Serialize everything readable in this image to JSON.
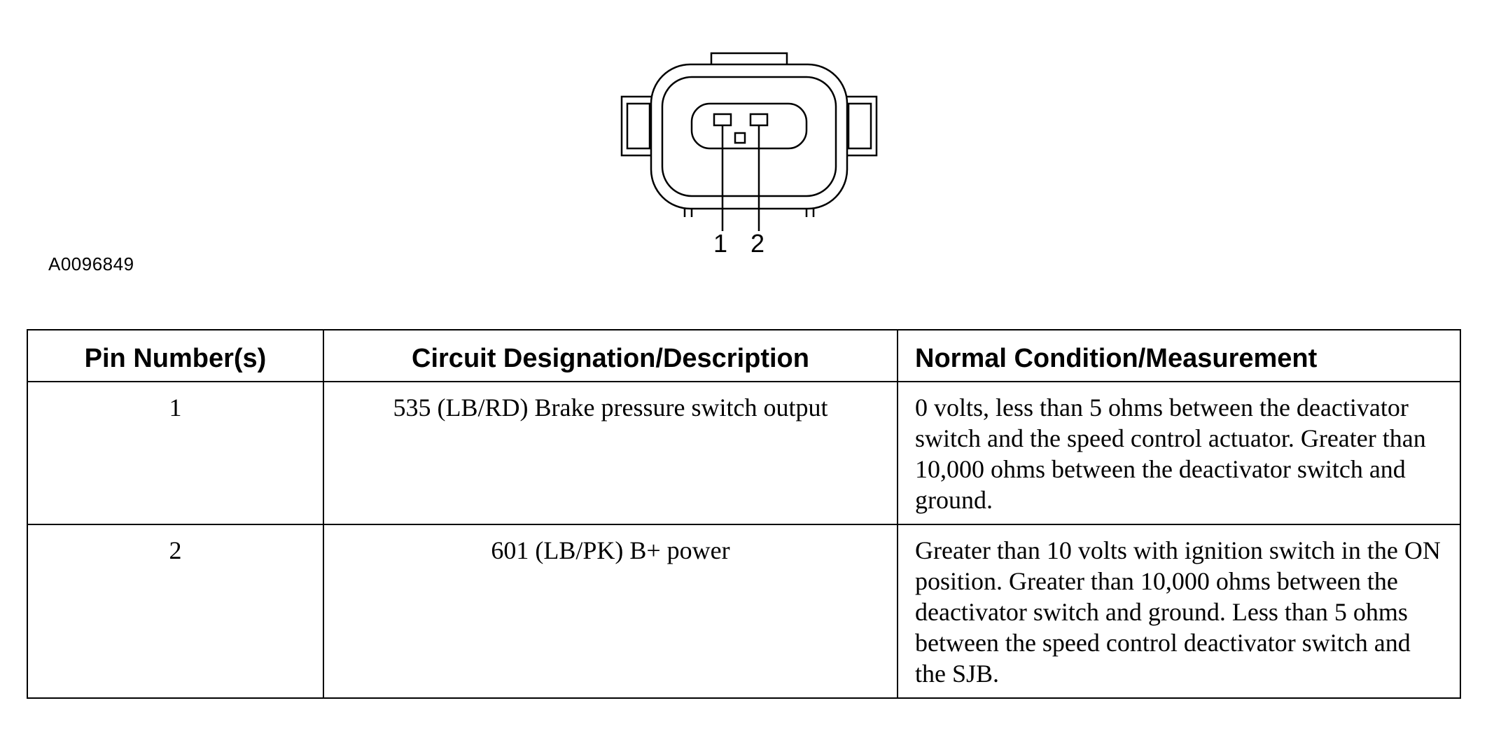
{
  "figure": {
    "pin_labels": [
      "1",
      "2"
    ],
    "figure_id": "A0096849"
  },
  "table": {
    "headers": {
      "pin": "Pin Number(s)",
      "circuit": "Circuit Designation/Description",
      "condition": "Normal Condition/Measurement"
    },
    "rows": [
      {
        "pin": "1",
        "circuit": "535 (LB/RD) Brake pressure switch output",
        "condition": "0 volts, less than 5 ohms between the deactivator switch and the speed control actuator. Greater than 10,000 ohms between the deactivator switch and ground."
      },
      {
        "pin": "2",
        "circuit": "601 (LB/PK) B+ power",
        "condition": "Greater than 10 volts with ignition switch in the ON position. Greater than 10,000 ohms between the deactivator switch and ground. Less than 5 ohms between the speed control deactivator switch and the SJB."
      }
    ]
  }
}
